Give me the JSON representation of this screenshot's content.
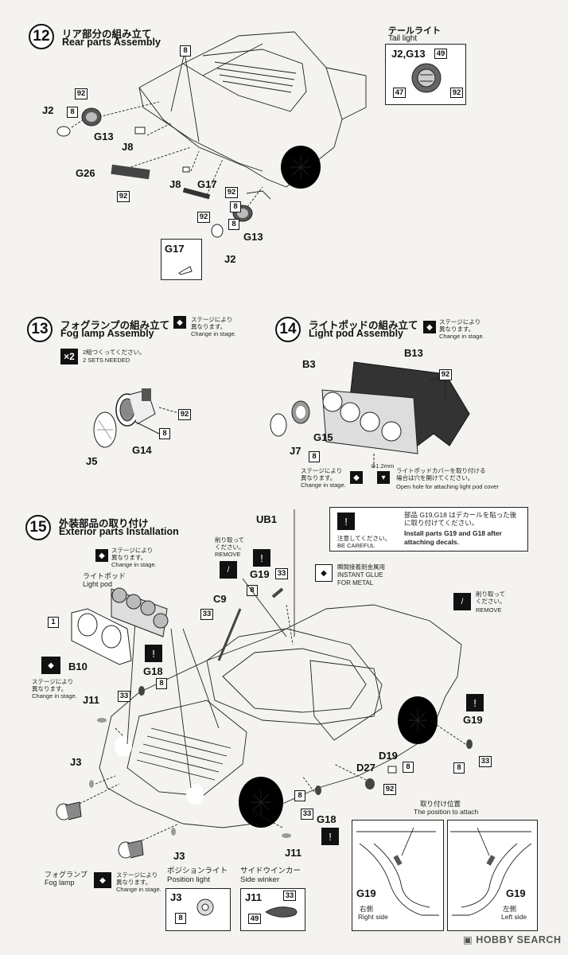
{
  "step12": {
    "number": "12",
    "title_jp": "リア部分の組み立て",
    "title_en": "Rear parts Assembly",
    "tail_light_jp": "テールライト",
    "tail_light_en": "Tail light",
    "tail_parts": "J2,G13",
    "labels": [
      "J2",
      "G13",
      "J8",
      "G26",
      "J8",
      "G17",
      "G13",
      "J2",
      "G17"
    ],
    "paints": [
      "8",
      "92",
      "8",
      "92",
      "92",
      "92",
      "8",
      "8"
    ],
    "tail_paints": [
      "49",
      "47",
      "92"
    ]
  },
  "step13": {
    "number": "13",
    "title_jp": "フォグランプの組み立て",
    "title_en": "Fog lamp Assembly",
    "stage_jp1": "ステージにより",
    "stage_jp2": "異なります。",
    "stage_en": "Change in stage.",
    "times": "×2",
    "sets_jp": "2組つくってください。",
    "sets_en": "2 SETS NEEDED",
    "labels": [
      "G14",
      "J5"
    ],
    "paints": [
      "92",
      "8"
    ]
  },
  "step14": {
    "number": "14",
    "title_jp": "ライトポッドの組み立て",
    "title_en": "Light pod Assembly",
    "stage_jp1": "ステージにより",
    "stage_jp2": "異なります。",
    "stage_en": "Change in stage.",
    "labels": [
      "B13",
      "B3",
      "G15",
      "J7"
    ],
    "paints": [
      "92",
      "8"
    ],
    "drill": "⊘1.2mm",
    "hole_jp1": "ライトポッドカバーを取り付ける",
    "hole_jp2": "場合は穴を開けてください。",
    "hole_en": "Open hole for attaching light pod cover",
    "stage2_jp1": "ステージにより",
    "stage2_jp2": "異なります。",
    "stage2_en": "Change in stage."
  },
  "step15": {
    "number": "15",
    "title_jp": "外装部品の取り付け",
    "title_en": "Exterior parts Installation",
    "note_jp1": "部品 G19,G18 はデカールを貼った後",
    "note_jp2": "に取り付けてください。",
    "note_en1": "Install parts G19 and G18 after",
    "note_en2": "attaching decals.",
    "careful_jp": "注意してください。",
    "careful_en": "BE CAREFUL",
    "stage_jp1": "ステージにより",
    "stage_jp2": "異なります。",
    "stage_en": "Change in stage.",
    "lightpod_jp": "ライトポッド",
    "lightpod_en": "Light pod",
    "remove_jp1": "削り取って",
    "remove_jp2": "ください。",
    "remove_en": "REMOVE",
    "glue_jp": "瞬間接着剤金属用",
    "glue_en1": "INSTANT GLUE",
    "glue_en2": "FOR METAL",
    "labels": [
      "UB1",
      "G19",
      "C9",
      "B10",
      "G18",
      "J11",
      "J3",
      "J3",
      "G18",
      "J11",
      "D19",
      "D27",
      "G19"
    ],
    "paints": [
      "33",
      "8",
      "33",
      "1",
      "8",
      "33",
      "8",
      "33",
      "8",
      "92",
      "33",
      "8"
    ],
    "foglamp_jp": "フォグランプ",
    "foglamp_en": "Fog lamp",
    "position_jp": "ポジションライト",
    "position_en": "Position light",
    "winker_jp": "サイドウインカー",
    "winker_en": "Side winker",
    "pos_part": "J3",
    "pos_paint": "8",
    "wink_part": "J11",
    "wink_paints": [
      "33",
      "49"
    ],
    "attach_jp": "取り付け位置",
    "attach_en": "The position to attach",
    "right_part": "G19",
    "right_jp": "右側",
    "right_en": "Right side",
    "left_part": "G19",
    "left_jp": "左側",
    "left_en": "Left side"
  },
  "watermark": "HOBBY SEARCH"
}
